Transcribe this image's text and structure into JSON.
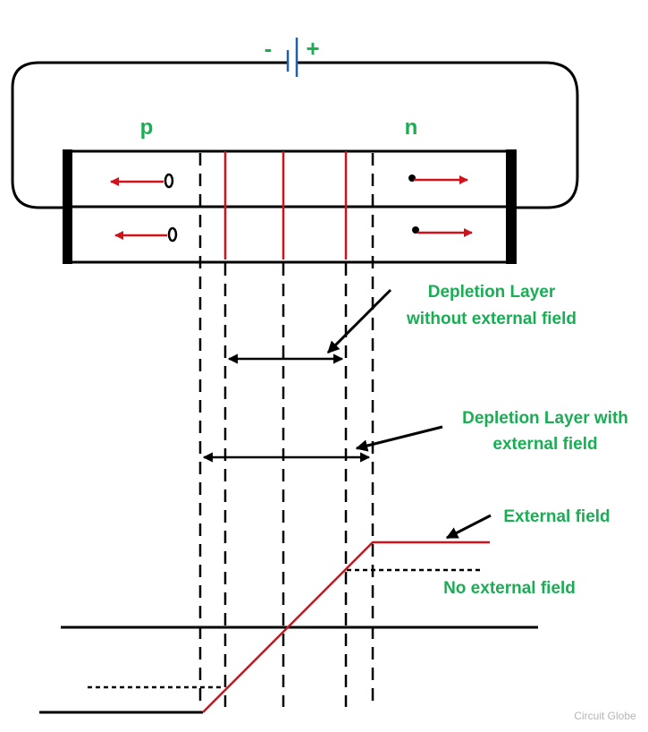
{
  "labels": {
    "battery_minus": "-",
    "battery_plus": "+",
    "p_region": "p",
    "n_region": "n",
    "depletion_without_1": "Depletion Layer",
    "depletion_without_2": "without external field",
    "depletion_with_1": "Depletion Layer with",
    "depletion_with_2": "external field",
    "external_field": "External field",
    "no_external_field": "No external field"
  },
  "carriers": {
    "p_side": "hole",
    "n_side": "electron"
  },
  "colors": {
    "label_green": "#1aae54",
    "field_red": "#d0121b",
    "battery_blue": "#1f5fb5",
    "line_black": "#000000"
  },
  "watermark": "Circuit Globe"
}
